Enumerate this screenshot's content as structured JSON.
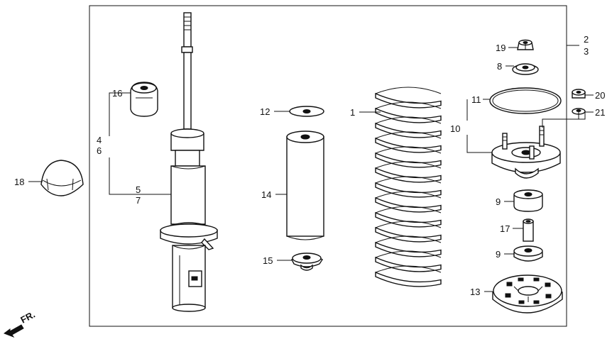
{
  "diagram": {
    "callouts": {
      "c1": "1",
      "c2": "2",
      "c3": "3",
      "c4": "4",
      "c5": "5",
      "c6": "6",
      "c7": "7",
      "c8": "8",
      "c9a": "9",
      "c9b": "9",
      "c10": "10",
      "c11": "11",
      "c12": "12",
      "c13": "13",
      "c14": "14",
      "c15": "15",
      "c16": "16",
      "c17": "17",
      "c18": "18",
      "c19": "19",
      "c20": "20",
      "c21": "21"
    },
    "direction_label": "FR."
  }
}
